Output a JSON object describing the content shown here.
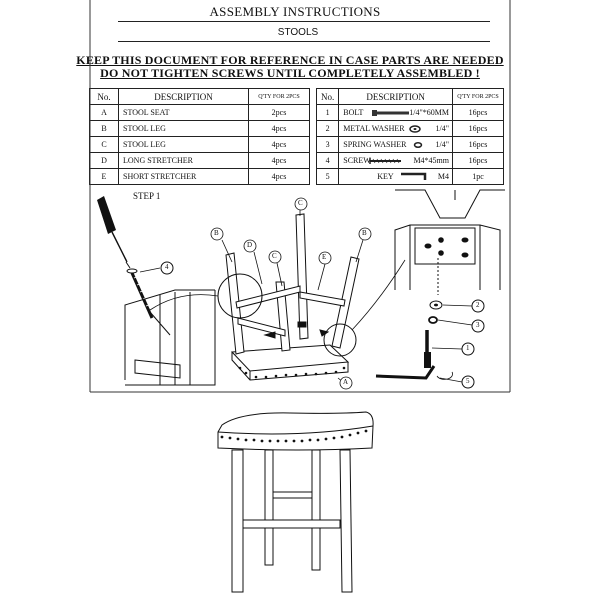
{
  "header": {
    "title": "ASSEMBLY INSTRUCTIONS",
    "subtitle": "STOOLS"
  },
  "warning": {
    "line1": "KEEP THIS DOCUMENT FOR REFERENCE IN CASE PARTS ARE NEEDED",
    "line2": "DO NOT TIGHTEN SCREWS UNTIL COMPLETELY ASSEMBLED !"
  },
  "parts_table": {
    "headers": {
      "no": "No.",
      "description": "DESCRIPTION",
      "qty": "Q'TY FOR 2PCS"
    },
    "rows": [
      {
        "no": "A",
        "description": "STOOL SEAT",
        "qty": "2pcs"
      },
      {
        "no": "B",
        "description": "STOOL LEG",
        "qty": "4pcs"
      },
      {
        "no": "C",
        "description": "STOOL LEG",
        "qty": "4pcs"
      },
      {
        "no": "D",
        "description": "LONG STRETCHER",
        "qty": "4pcs"
      },
      {
        "no": "E",
        "description": "SHORT STRETCHER",
        "qty": "4pcs"
      }
    ]
  },
  "hardware_table": {
    "headers": {
      "no": "No.",
      "description": "DESCRIPTION",
      "qty": "Q'TY FOR 2PCS"
    },
    "rows": [
      {
        "no": "1",
        "description": "BOLT",
        "size": "1/4\"*60MM",
        "qty": "16pcs",
        "icon": "bolt-icon"
      },
      {
        "no": "2",
        "description": "METAL WASHER",
        "size": "1/4\"",
        "qty": "16pcs",
        "icon": "washer-icon"
      },
      {
        "no": "3",
        "description": "SPRING WASHER",
        "size": "1/4\"",
        "qty": "16pcs",
        "icon": "spring-washer-icon"
      },
      {
        "no": "4",
        "description": "SCREW",
        "size": "M4*45mm",
        "qty": "16pcs",
        "icon": "screw-icon"
      },
      {
        "no": "5",
        "description": "KEY",
        "size": "M4",
        "qty": "1pc",
        "icon": "allen-key-icon"
      }
    ]
  },
  "step1": {
    "label": "STEP 1",
    "callouts": {
      "A": "A",
      "B": "B",
      "C": "C",
      "D": "D",
      "E": "E",
      "n1": "1",
      "n2": "2",
      "n3": "3",
      "n4": "4",
      "n5": "5"
    }
  }
}
